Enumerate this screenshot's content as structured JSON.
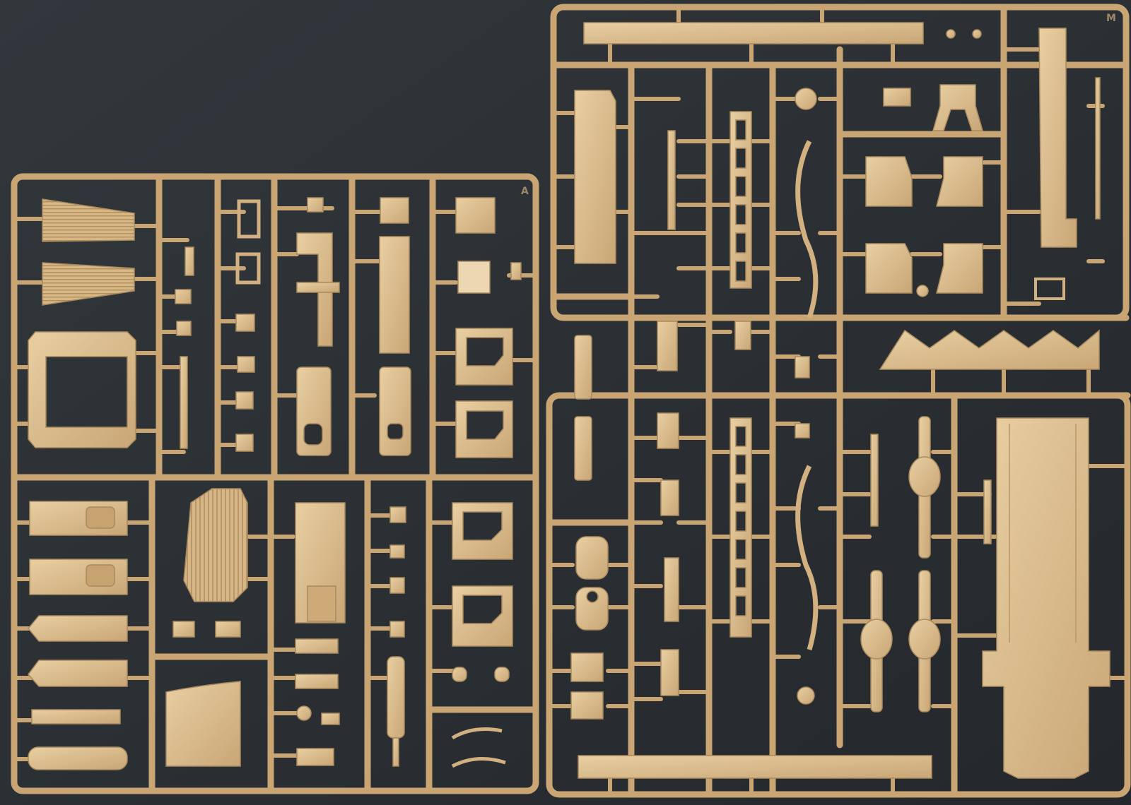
{
  "photo": {
    "background_color": "#2b2f33",
    "plastic_color": "#d9b98a",
    "plastic_shadow": "#b8966a",
    "plastic_highlight": "#ecd3a8"
  },
  "sprues": [
    {
      "id": "left",
      "letter": "A"
    },
    {
      "id": "right",
      "letter": "M"
    }
  ]
}
